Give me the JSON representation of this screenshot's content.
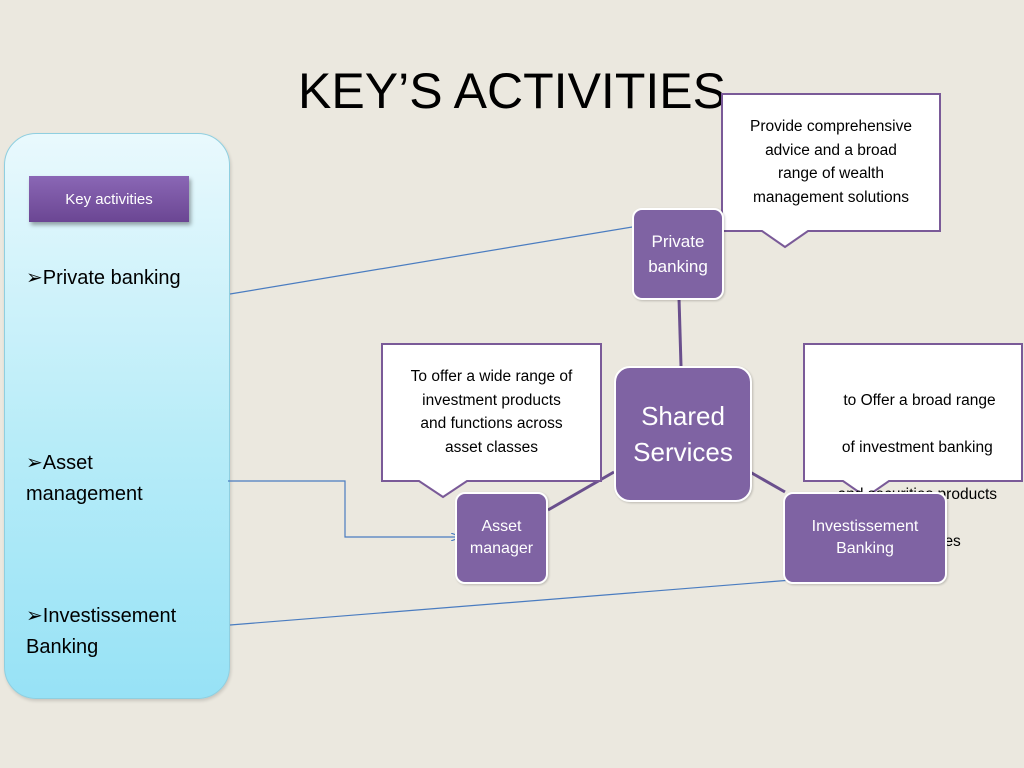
{
  "title": "KEY’S ACTIVITIES",
  "left_panel": {
    "chip": "Key activities",
    "items": [
      {
        "marker": "➢",
        "text": "Private banking"
      },
      {
        "marker": "➢",
        "line1": "Asset",
        "line2": "management"
      },
      {
        "marker": "➢",
        "line1": "Investissement",
        "line2": "Banking"
      }
    ]
  },
  "nodes": {
    "center": {
      "line1": "Shared",
      "line2": "Services"
    },
    "private": {
      "line1": "Private",
      "line2": "banking"
    },
    "asset": {
      "line1": "Asset",
      "line2": "manager"
    },
    "invest": {
      "line1": "Investissement",
      "line2": "Banking"
    }
  },
  "callouts": {
    "private": [
      "Provide comprehensive",
      "advice and a broad",
      "range of wealth",
      "management solutions"
    ],
    "asset": [
      "To offer a wide range of",
      "investment products",
      "and functions across",
      "asset classes"
    ],
    "invest": [
      " to Offer a broad range",
      "of investment banking",
      "and securities products",
      "and services"
    ]
  },
  "colors": {
    "node_fill": "#7f63a3",
    "callout_border": "#7a5a98",
    "arrow": "#4a7cc0",
    "panel": "#b7ecf8"
  }
}
